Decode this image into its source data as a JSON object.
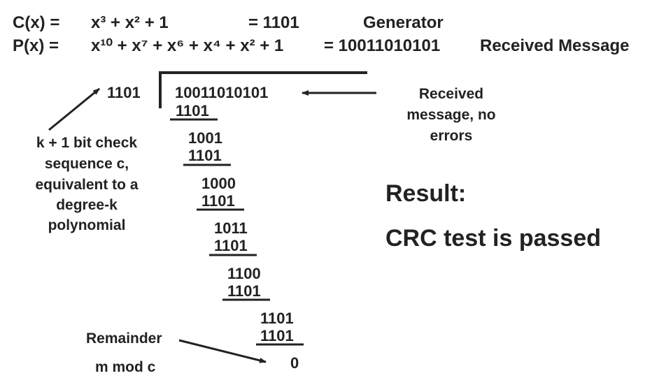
{
  "header": {
    "c_label": "C(x) =",
    "c_poly": "x³ + x² + 1",
    "c_eq": "= 1101",
    "c_desc": "Generator",
    "p_label": "P(x) =",
    "p_poly": "x¹⁰ + x⁷ + x⁶ + x⁴ + x² + 1",
    "p_eq": "= 10011010101",
    "p_desc": "Received Message"
  },
  "division": {
    "divisor": "1101",
    "dividend": "10011010101",
    "steps": [
      {
        "top": "1101"
      },
      {
        "top": "1001",
        "sub": "1101"
      },
      {
        "top": "1000",
        "sub": "1101"
      },
      {
        "top": "1011",
        "sub": "1101"
      },
      {
        "top": "1100",
        "sub": "1101"
      },
      {
        "top": "1101",
        "sub": "1101"
      }
    ],
    "remainder": "0"
  },
  "annotations": {
    "received_note": [
      "Received",
      "message, no",
      "errors"
    ],
    "check_seq": [
      "k + 1 bit check",
      "sequence c,",
      "equivalent to a",
      "degree-k",
      "polynomial"
    ],
    "remainder_label": "Remainder",
    "mod_label": "m mod c"
  },
  "result": {
    "title": "Result:",
    "text": "CRC test is passed"
  }
}
